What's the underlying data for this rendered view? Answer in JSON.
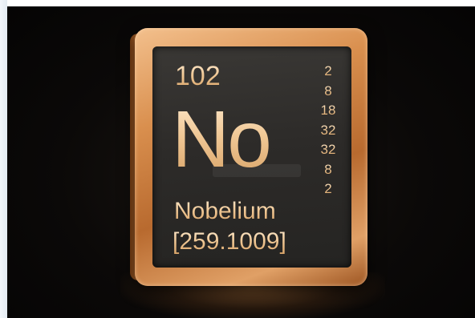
{
  "element": {
    "atomic_number": "102",
    "symbol": "No",
    "name": "Nobelium",
    "atomic_mass": "[259.1009]",
    "electron_shells": [
      "2",
      "8",
      "18",
      "32",
      "32",
      "8",
      "2"
    ]
  },
  "colors": {
    "frame": "#d98f4e",
    "face": "#2d2b29",
    "text": "#f2cfa0",
    "background": "#0b0908"
  }
}
